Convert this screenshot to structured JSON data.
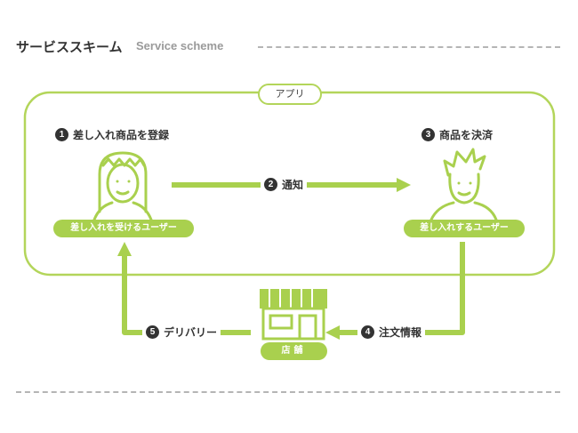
{
  "header": {
    "title": "サービススキーム",
    "subtitle": "Service scheme"
  },
  "app": {
    "label": "アプリ"
  },
  "steps": {
    "s1": {
      "num": "1",
      "text": "差し入れ商品を登録"
    },
    "s2": {
      "num": "2",
      "text": "通知"
    },
    "s3": {
      "num": "3",
      "text": "商品を決済"
    },
    "s4": {
      "num": "4",
      "text": "注文情報"
    },
    "s5": {
      "num": "5",
      "text": "デリバリー"
    }
  },
  "actors": {
    "receiver": "差し入れを受けるユーザー",
    "sender": "差し入れするユーザー",
    "store": "店舗"
  },
  "colors": {
    "accent": "#a9d04e",
    "outline": "#b3d55a",
    "text": "#333333",
    "dash": "#b5b5b5"
  },
  "icons": [
    "woman-user-icon",
    "man-user-icon",
    "store-icon"
  ]
}
